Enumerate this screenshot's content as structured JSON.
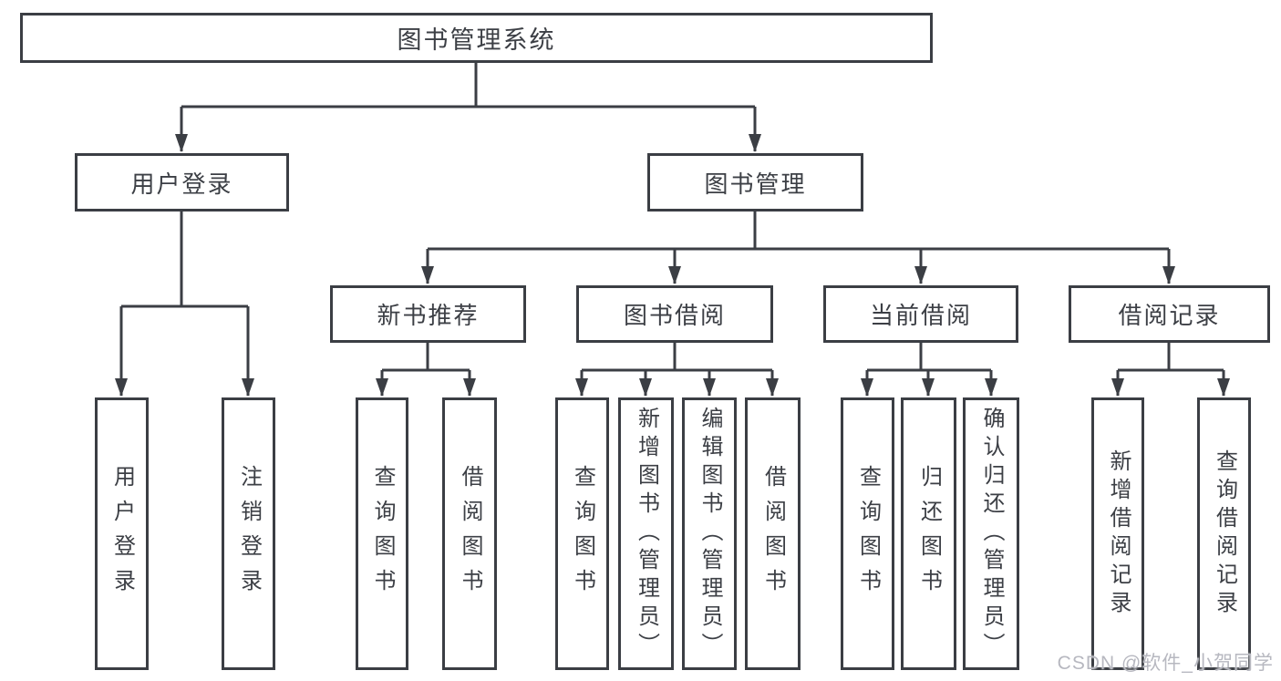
{
  "diagram": {
    "root": {
      "label": "图书管理系统"
    },
    "level2": [
      {
        "label": "用户登录",
        "children": [
          {
            "label": "用户登录"
          },
          {
            "label": "注销登录"
          }
        ]
      },
      {
        "label": "图书管理",
        "sections": [
          {
            "label": "新书推荐",
            "children": [
              {
                "label": "查询图书"
              },
              {
                "label": "借阅图书"
              }
            ]
          },
          {
            "label": "图书借阅",
            "children": [
              {
                "label": "查询图书"
              },
              {
                "label": "新增图书（管理员）"
              },
              {
                "label": "编辑图书（管理员）"
              },
              {
                "label": "借阅图书"
              }
            ]
          },
          {
            "label": "当前借阅",
            "children": [
              {
                "label": "查询图书"
              },
              {
                "label": "归还图书"
              },
              {
                "label": "确认归还（管理员）"
              }
            ]
          },
          {
            "label": "借阅记录",
            "children": [
              {
                "label": "新增借阅记录"
              },
              {
                "label": "查询借阅记录"
              }
            ]
          }
        ]
      }
    ]
  },
  "watermark": {
    "text": "CSDN @软件_小贺同学"
  },
  "colors": {
    "line": "#3b3e44",
    "text": "#3c3f45",
    "box_bg": "#ffffff",
    "watermark": "#b7b8c0",
    "background": "#ffffff"
  }
}
